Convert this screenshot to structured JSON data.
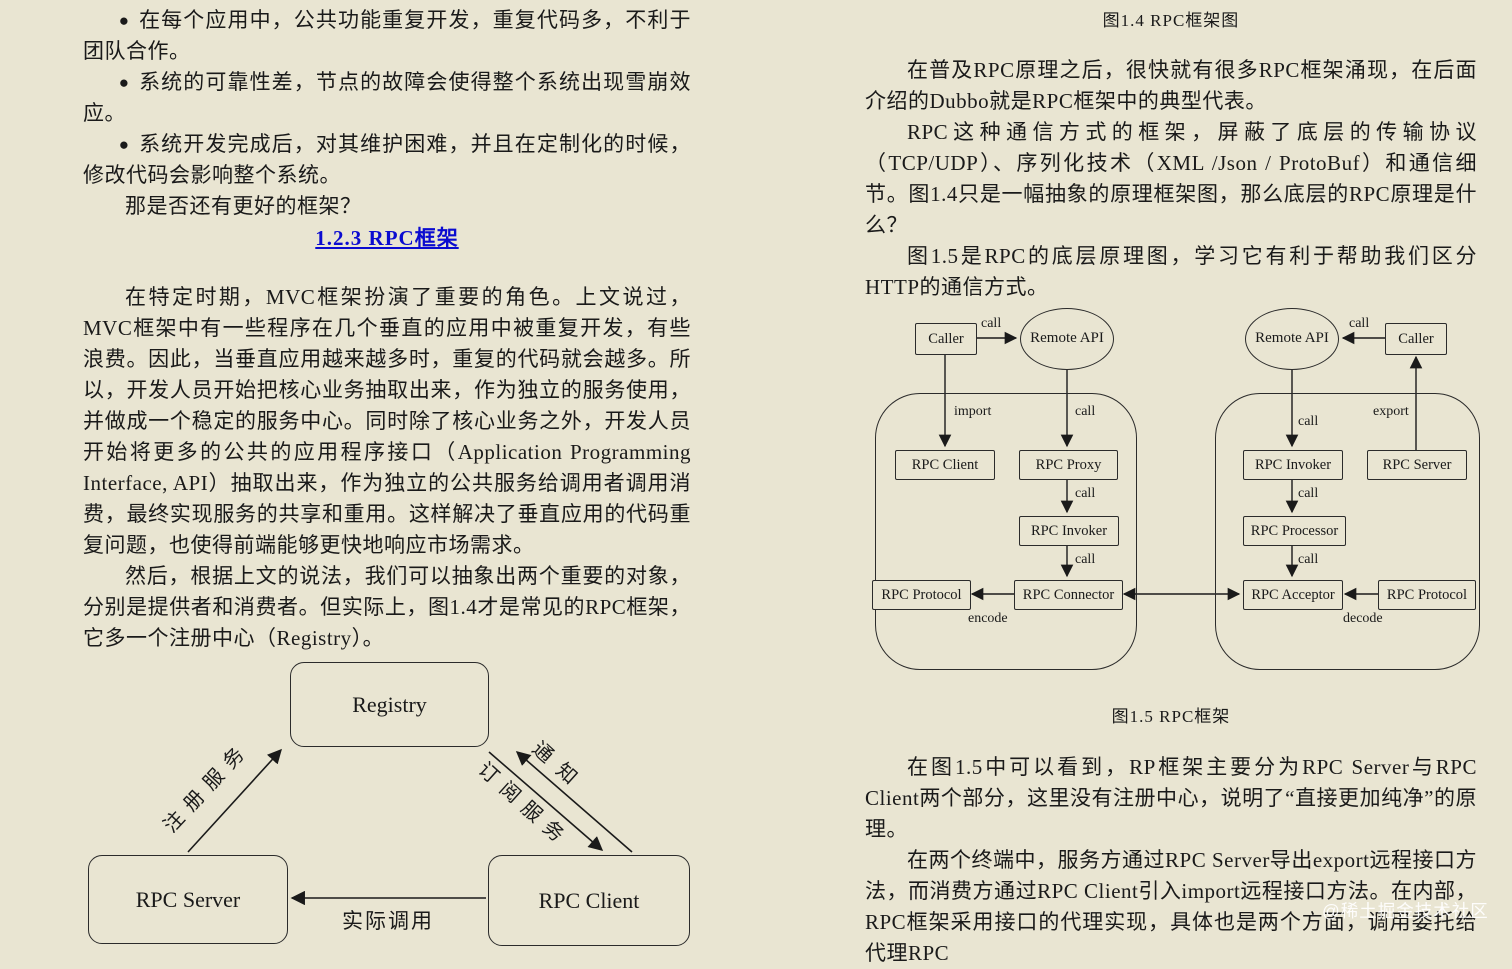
{
  "page": {
    "background": "#e9e5d2",
    "text_color": "#1a1a1a",
    "link_color": "#0b0bd0",
    "watermark": "@稀土掘金技术社区"
  },
  "left_column": {
    "bullet_glyph": "●",
    "bullets": [
      "在每个应用中，公共功能重复开发，重复代码多，不利于团队合作。",
      "系统的可靠性差，节点的故障会使得整个系统出现雪崩效应。",
      "系统开发完成后，对其维护困难，并且在定制化的时候，修改代码会影响整个系统。"
    ],
    "question": "那是否还有更好的框架？",
    "heading": "1.2.3 RPC框架",
    "para_mvc": "在特定时期，MVC框架扮演了重要的角色。上文说过，MVC框架中有一些程序在几个垂直的应用中被重复开发，有些浪费。因此，当垂直应用越来越多时，重复的代码就会越多。所以，开发人员开始把核心业务抽取出来，作为独立的服务使用，并做成一个稳定的服务中心。同时除了核心业务之外，开发人员开始将更多的公共的应用程序接口（Application Programming Interface, API）抽取出来，作为独立的公共服务给调用者调用消费，最终实现服务的共享和重用。这样解决了垂直应用的代码重复问题，也使得前端能够更快地响应市场需求。",
    "para_registry": "然后，根据上文的说法，我们可以抽象出两个重要的对象，分别是提供者和消费者。但实际上，图1.4才是常见的RPC框架，它多一个注册中心（Registry）。"
  },
  "figure_14": {
    "nodes": {
      "registry": "Registry",
      "rpc_server": "RPC Server",
      "rpc_client": "RPC Client"
    },
    "edges": {
      "register": "注册服务",
      "notify": "通知",
      "subscribe": "订阅服务",
      "invoke": "实际调用"
    }
  },
  "right_column": {
    "caption_fig14": "图1.4 RPC框架图",
    "para_intro": "在普及RPC原理之后，很快就有很多RPC框架涌现，在后面介绍的Dubbo就是RPC框架中的典型代表。",
    "para_shield": "RPC这种通信方式的框架，屏蔽了底层的传输协议（TCP/UDP）、序列化技术（XML /Json / ProtoBuf）和通信细节。图1.4只是一幅抽象的原理框架图，那么底层的RPC原理是什么？",
    "para_fig15": "图1.5是RPC的底层原理图，学习它有利于帮助我们区分HTTP的通信方式。",
    "caption_fig15": "图1.5 RPC框架",
    "para_structure": "在图1.5中可以看到，RP框架主要分为RPC Server与RPC Client两个部分，这里没有注册中心，说明了“直接更加纯净”的原理。",
    "para_terminal": "在两个终端中，服务方通过RPC Server导出export远程接口方法，而消费方通过RPC Client引入import远程接口方法。在内部，RPC框架采用接口的代理实现，具体也是两个方面，调用委托给代理RPC"
  },
  "figure_15": {
    "nodes": {
      "caller": "Caller",
      "remote_api": "Remote API",
      "rpc_client": "RPC Client",
      "rpc_proxy": "RPC Proxy",
      "rpc_invoker": "RPC Invoker",
      "rpc_connector": "RPC Connector",
      "rpc_protocol": "RPC Protocol",
      "rpc_server": "RPC Server",
      "rpc_processor": "RPC Processor",
      "rpc_acceptor": "RPC Acceptor"
    },
    "labels": {
      "call": "call",
      "import": "import",
      "export": "export",
      "encode": "encode",
      "decode": "decode"
    }
  }
}
